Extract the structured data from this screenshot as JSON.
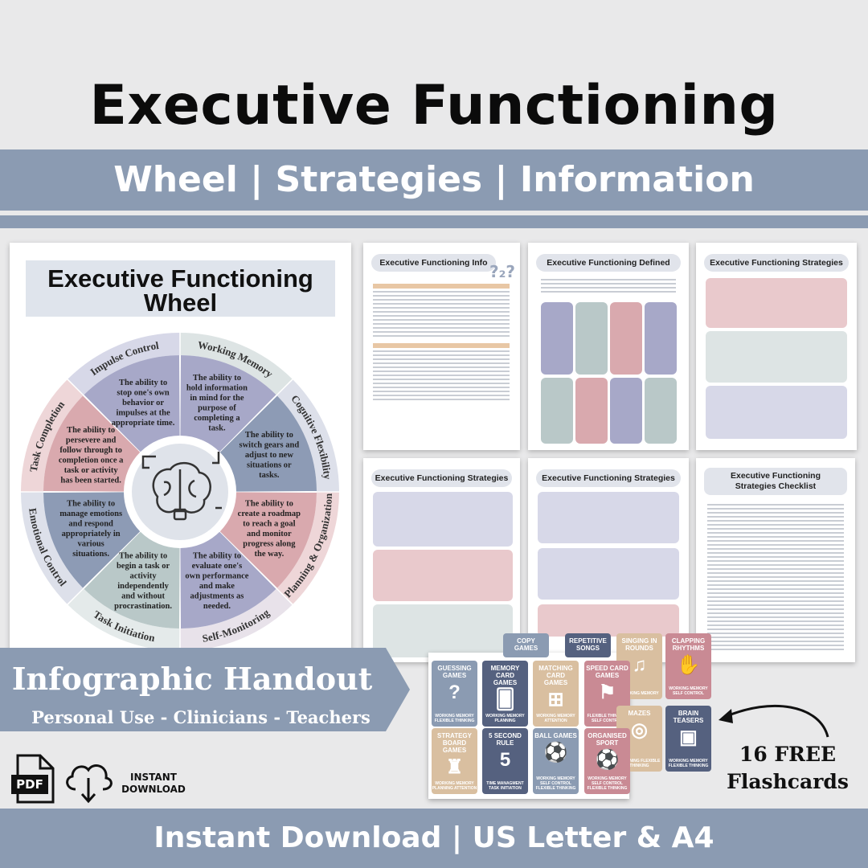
{
  "header": {
    "title": "Executive Functioning",
    "subtitle": "Wheel | Strategies | Information"
  },
  "wheel_page": {
    "title_line1": "Executive Functioning",
    "title_line2": "Wheel",
    "segments": [
      {
        "label": "Impulse Control",
        "text": [
          "The ability to",
          "stop one's own",
          "behavior or",
          "impulses at the",
          "appropriate time."
        ]
      },
      {
        "label": "Working Memory",
        "text": [
          "The ability to",
          "hold information",
          "in mind for the",
          "purpose of",
          "completing a",
          "task."
        ]
      },
      {
        "label": "Cognitive Flexibility",
        "text": [
          "The ability to",
          "switch gears and",
          "adjust to new",
          "situations or",
          "tasks."
        ]
      },
      {
        "label": "Planning & Organization",
        "text": [
          "The ability to",
          "create a roadmap",
          "to reach a goal",
          "and monitor",
          "progress along",
          "the way."
        ]
      },
      {
        "label": "Self-Monitoring",
        "text": [
          "The ability to",
          "evaluate one's",
          "own performance",
          "and make",
          "adjustments as",
          "needed."
        ]
      },
      {
        "label": "Task Initiation",
        "text": [
          "The ability to",
          "begin a task or",
          "activity",
          "independently",
          "and without",
          "procrastination."
        ]
      },
      {
        "label": "Emotional Control",
        "text": [
          "The ability to",
          "manage emotions",
          "and respond",
          "appropriately in",
          "various",
          "situations."
        ]
      },
      {
        "label": "Task Completion",
        "text": [
          "The ability to",
          "persevere and",
          "follow through to",
          "completion once a",
          "task or activity",
          "has been started."
        ]
      }
    ]
  },
  "pages": {
    "info": "Executive Functioning Info",
    "defined": "Executive Functioning Defined",
    "strategies": "Executive Functioning Strategies",
    "checklist_line1": "Executive Functioning",
    "checklist_line2": "Strategies Checklist"
  },
  "flashcards": [
    {
      "title": "COPY GAMES",
      "sub": "",
      "color": "#8b9bb2"
    },
    {
      "title": "REPETITIVE SONGS",
      "sub": "",
      "color": "#55617f"
    },
    {
      "title": "SINGING IN ROUNDS",
      "sub": "WORKING MEMORY",
      "color": "#d9bfa0"
    },
    {
      "title": "CLAPPING RHYTHMS",
      "sub": "WORKING MEMORY SELF CONTROL",
      "color": "#c98a94"
    },
    {
      "title": "GUESSING GAMES",
      "sub": "WORKING MEMORY FLEXIBLE THINKING",
      "color": "#8b9bb2"
    },
    {
      "title": "MEMORY CARD GAMES",
      "sub": "WORKING MEMORY PLANNING",
      "color": "#55617f"
    },
    {
      "title": "MATCHING CARD GAMES",
      "sub": "WORKING MEMORY ATTENTION",
      "color": "#d9bfa0"
    },
    {
      "title": "SPEED CARD GAMES",
      "sub": "FLEXIBLE THINKING SELF CONTROL",
      "color": "#c98a94"
    },
    {
      "title": "MAZES",
      "sub": "PLANNING FLEXIBLE THINKING",
      "color": "#d9bfa0"
    },
    {
      "title": "BRAIN TEASERS",
      "sub": "WORKING MEMORY FLEXIBLE THINKING",
      "color": "#55617f"
    },
    {
      "title": "STRATEGY BOARD GAMES",
      "sub": "WORKING MEMORY PLANNING ATTENTION",
      "color": "#d9bfa0"
    },
    {
      "title": "5 SECOND RULE",
      "sub": "TIME MANAGMENT TASK INITIATION",
      "color": "#55617f"
    },
    {
      "title": "BALL GAMES",
      "sub": "WORKING MEMORY SELF CONTROL FLEXIBLE THINKING",
      "color": "#8b9bb2"
    },
    {
      "title": "ORGANISED SPORT",
      "sub": "WORKING MEMORY SELF CONTROL FLEXIBLE THINKING",
      "color": "#c98a94"
    }
  ],
  "promo": {
    "handout_title": "Infographic Handout",
    "handout_sub": "Personal Use - Clinicians - Teachers",
    "pdf_label": "PDF",
    "instant_line1": "INSTANT",
    "instant_line2": "DOWNLOAD",
    "free_line1": "16 FREE",
    "free_line2": "Flashcards"
  },
  "footer": {
    "text": "Instant Download | US Letter & A4"
  },
  "colors": {
    "band": "#8b9bb2",
    "lavender": "#a7a8c8",
    "rose": "#d9a9ae",
    "slate": "#8d9bb5",
    "sage": "#b9c8c8"
  }
}
